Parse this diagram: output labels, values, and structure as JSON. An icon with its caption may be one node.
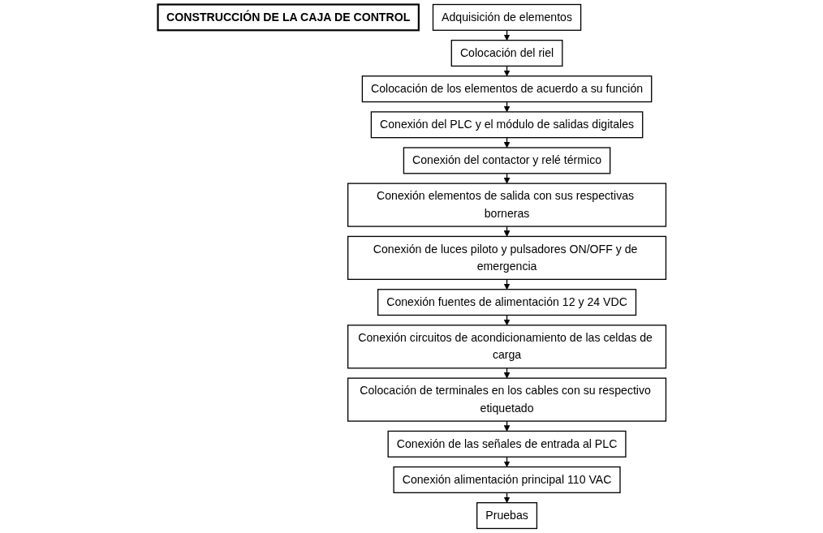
{
  "diagram": {
    "nodes": [
      {
        "text": [
          "CONSTRUCCIÓN DE LA CAJA DE CONTROL"
        ]
      },
      {
        "text": [
          "Adquisición de elementos"
        ]
      },
      {
        "text": [
          "Colocación del riel"
        ]
      },
      {
        "text": [
          "Colocación de los elementos de acuerdo a su función"
        ]
      },
      {
        "text": [
          "Conexión del PLC y el módulo de salidas digitales"
        ]
      },
      {
        "text": [
          "Conexión del contactor y relé térmico"
        ]
      },
      {
        "text": [
          "Conexión elementos de salida con sus respectivas borneras"
        ]
      },
      {
        "text": [
          "Conexión de luces piloto y pulsadores ON/OFF y de emergencia"
        ]
      },
      {
        "text": [
          "Conexión fuentes de alimentación 12 y 24 VDC"
        ]
      },
      {
        "text": [
          "Conexión circuitos de acondicionamiento de las celdas de carga"
        ]
      },
      {
        "text": [
          "Colocación de terminales en los cables con su respectivo etiquetado"
        ]
      },
      {
        "text": [
          "Conexión de las señales de entrada al PLC"
        ]
      },
      {
        "text": [
          "Conexión alimentación principal 110 VAC"
        ]
      },
      {
        "text": [
          "Pruebas"
        ]
      }
    ],
    "edges": [
      {
        "from": 1,
        "to": 2,
        "arrow": "to"
      },
      {
        "from": 2,
        "to": 3,
        "arrow": "to"
      },
      {
        "from": 3,
        "to": 4,
        "arrow": "to"
      },
      {
        "from": 4,
        "to": 5,
        "arrow": "to"
      },
      {
        "from": 5,
        "to": 6,
        "arrow": "to"
      },
      {
        "from": 6,
        "to": 7,
        "arrow": "to"
      },
      {
        "from": 7,
        "to": 8,
        "arrow": "to"
      },
      {
        "from": 8,
        "to": 9,
        "arrow": "to"
      },
      {
        "from": 9,
        "to": 10,
        "arrow": "to"
      },
      {
        "from": 10,
        "to": 11,
        "arrow": "to"
      },
      {
        "from": 11,
        "to": 12,
        "arrow": "to"
      },
      {
        "from": 12,
        "to": 13,
        "arrow": "to"
      }
    ]
  }
}
